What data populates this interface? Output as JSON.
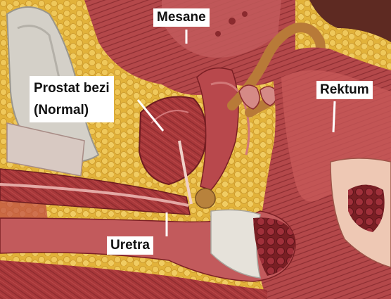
{
  "labels": {
    "bladder": "Mesane",
    "rectum": "Rektum",
    "prostate_line1": "Prostat bezi",
    "prostate_line2": "(Normal)",
    "urethra": "Uretra"
  },
  "colors": {
    "fat": "#e2b23a",
    "muscle": "#a8383a",
    "muscle_dark": "#7a1f24",
    "tissue_light": "#d9a0a0",
    "bone": "#d4d0c8",
    "leader_line": "#ffffff",
    "label_bg": "#ffffff",
    "label_text": "#111111"
  }
}
